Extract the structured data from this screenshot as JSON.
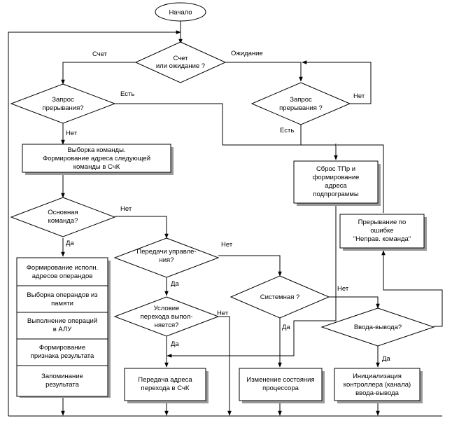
{
  "start": "Начало",
  "d_count_wait": [
    "Счет",
    "или ожидание ?"
  ],
  "lbl_count": "Счет",
  "lbl_wait": "Ожидание",
  "d_irq1": [
    "Запрос",
    "прерывания?"
  ],
  "lbl_yes_est": "Есть",
  "lbl_no1": "Нет",
  "d_irq2": [
    "Запрос",
    "прерывания ?"
  ],
  "lbl_no2": "Нет",
  "lbl_est2": "Есть",
  "p_fetch": [
    "Выборка команды.",
    "Формирование адреса следующей",
    "команды в СчК"
  ],
  "p_reset": [
    "Сброс ТПр  и",
    "формирование",
    "адреса",
    "подпрограммы"
  ],
  "d_main": [
    "Основная",
    "команда?"
  ],
  "lbl_main_no": "Нет",
  "lbl_main_yes": "Да",
  "p_error": [
    "Прерывание по",
    "ошибке",
    "\"Неправ. команда\""
  ],
  "d_jump": [
    "Передачи управле-",
    "ния?"
  ],
  "lbl_jump_no": "Нет",
  "lbl_jump_yes": "Да",
  "p_stack": [
    [
      "Формирование исполн.",
      "адресов операндов"
    ],
    [
      "Выборка операндов из",
      "памяти"
    ],
    [
      "Выполнение операций",
      "в АЛУ"
    ],
    [
      "Формирование",
      "признака результата"
    ],
    [
      "Запоминание",
      "результата"
    ]
  ],
  "d_sys": [
    "Системная ?"
  ],
  "lbl_sys_no": "Нет",
  "lbl_sys_yes": "Да",
  "d_cond": [
    "Условие",
    "перехода выпол-",
    "няется?"
  ],
  "lbl_cond_no": "Нет",
  "lbl_cond_yes": "Да",
  "d_io": [
    "Ввода-вывода?"
  ],
  "lbl_io_yes": "Да",
  "p_transfer": [
    "Передача адреса",
    "перехода в СчК"
  ],
  "p_state": [
    "Изменение состояния",
    "процессора"
  ],
  "p_ioinit": [
    "Инициализация",
    "контроллера (канала)",
    "ввода-вывода"
  ]
}
